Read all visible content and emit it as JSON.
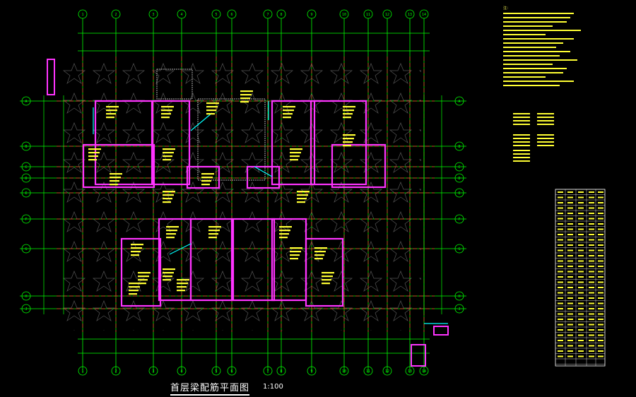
{
  "drawing": {
    "title": "首层梁配筋平面图",
    "scale": "1:100"
  },
  "grid": {
    "top_labels": [
      "1",
      "2",
      "3",
      "4",
      "5",
      "6",
      "7",
      "8",
      "9",
      "10",
      "11",
      "12",
      "13",
      "14"
    ],
    "left_labels": [
      "A",
      "B",
      "C",
      "D",
      "E",
      "F",
      "G",
      "H",
      "J",
      "K"
    ]
  },
  "colors": {
    "background": "#000000",
    "grid": "#00ff00",
    "axis": "#ff3333",
    "wall": "#ff33ff",
    "text": "#ffff33",
    "hatch": "#aaaaaa",
    "cyan": "#00ffff"
  },
  "notes": {
    "heading": "注："
  }
}
